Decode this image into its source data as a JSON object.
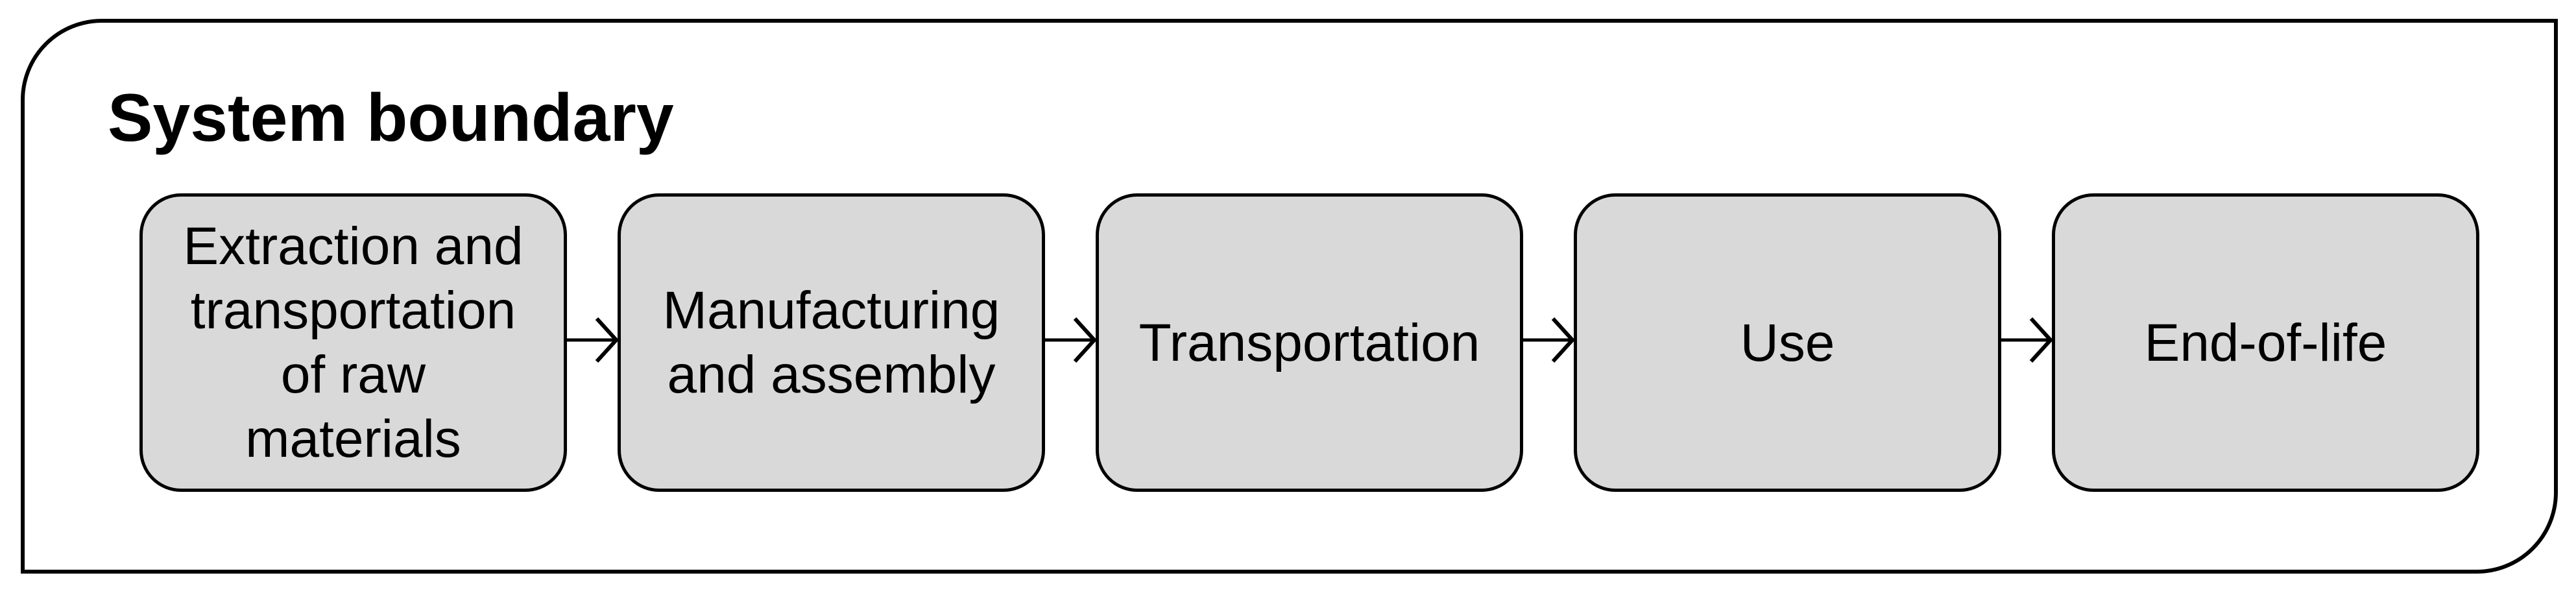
{
  "diagram": {
    "title": "System boundary",
    "stages": [
      {
        "label": [
          "Extraction and",
          "transportation",
          "of raw",
          "materials"
        ]
      },
      {
        "label": [
          "Manufacturing",
          "and assembly"
        ]
      },
      {
        "label": [
          "Transportation"
        ]
      },
      {
        "label": [
          "Use"
        ]
      },
      {
        "label": [
          "End-of-life"
        ]
      }
    ],
    "colors": {
      "background": "#ffffff",
      "box_fill": "#d9d9d9",
      "stroke": "#000000",
      "text": "#000000"
    }
  }
}
